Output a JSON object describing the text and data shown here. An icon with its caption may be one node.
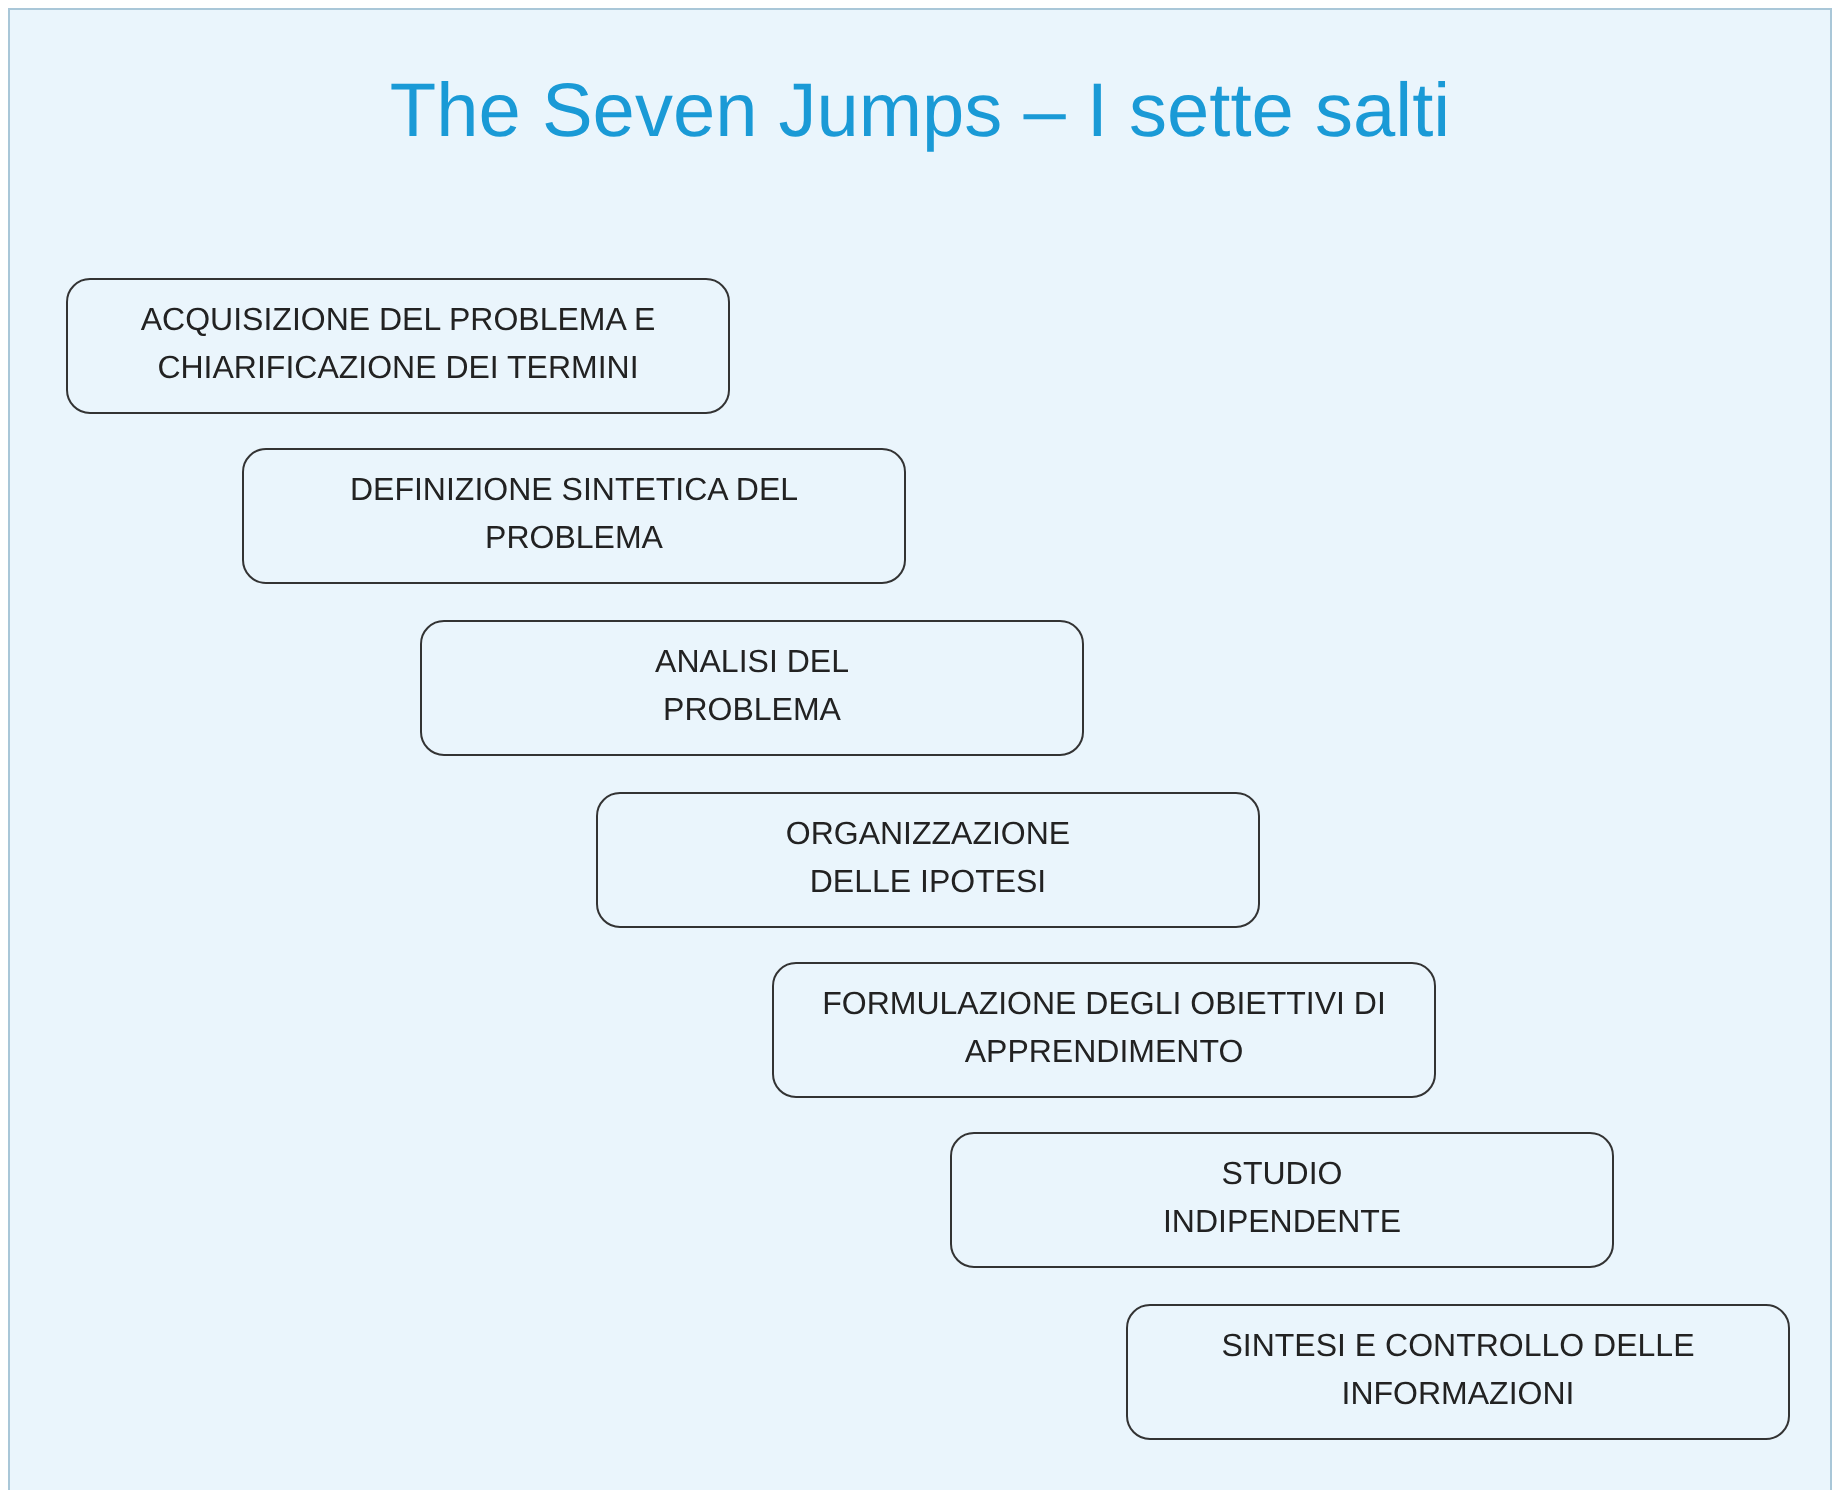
{
  "diagram": {
    "title": "The Seven Jumps – I sette salti",
    "nodes": [
      {
        "text": [
          "ACQUISIZIONE DEL PROBLEMA E CHIARIFICAZIONE DEI TERMINI"
        ]
      },
      {
        "text": [
          "DEFINIZIONE SINTETICA DEL PROBLEMA"
        ]
      },
      {
        "text": [
          "ANALISI DEL PROBLEMA"
        ]
      },
      {
        "text": [
          "ORGANIZZAZIONE DELLE IPOTESI"
        ]
      },
      {
        "text": [
          "FORMULAZIONE DEGLI OBIETTIVI DI APPRENDIMENTO"
        ]
      },
      {
        "text": [
          "STUDIO INDIPENDENTE"
        ]
      },
      {
        "text": [
          "SINTESI E CONTROLLO DELLE INFORMAZIONI"
        ]
      }
    ]
  }
}
